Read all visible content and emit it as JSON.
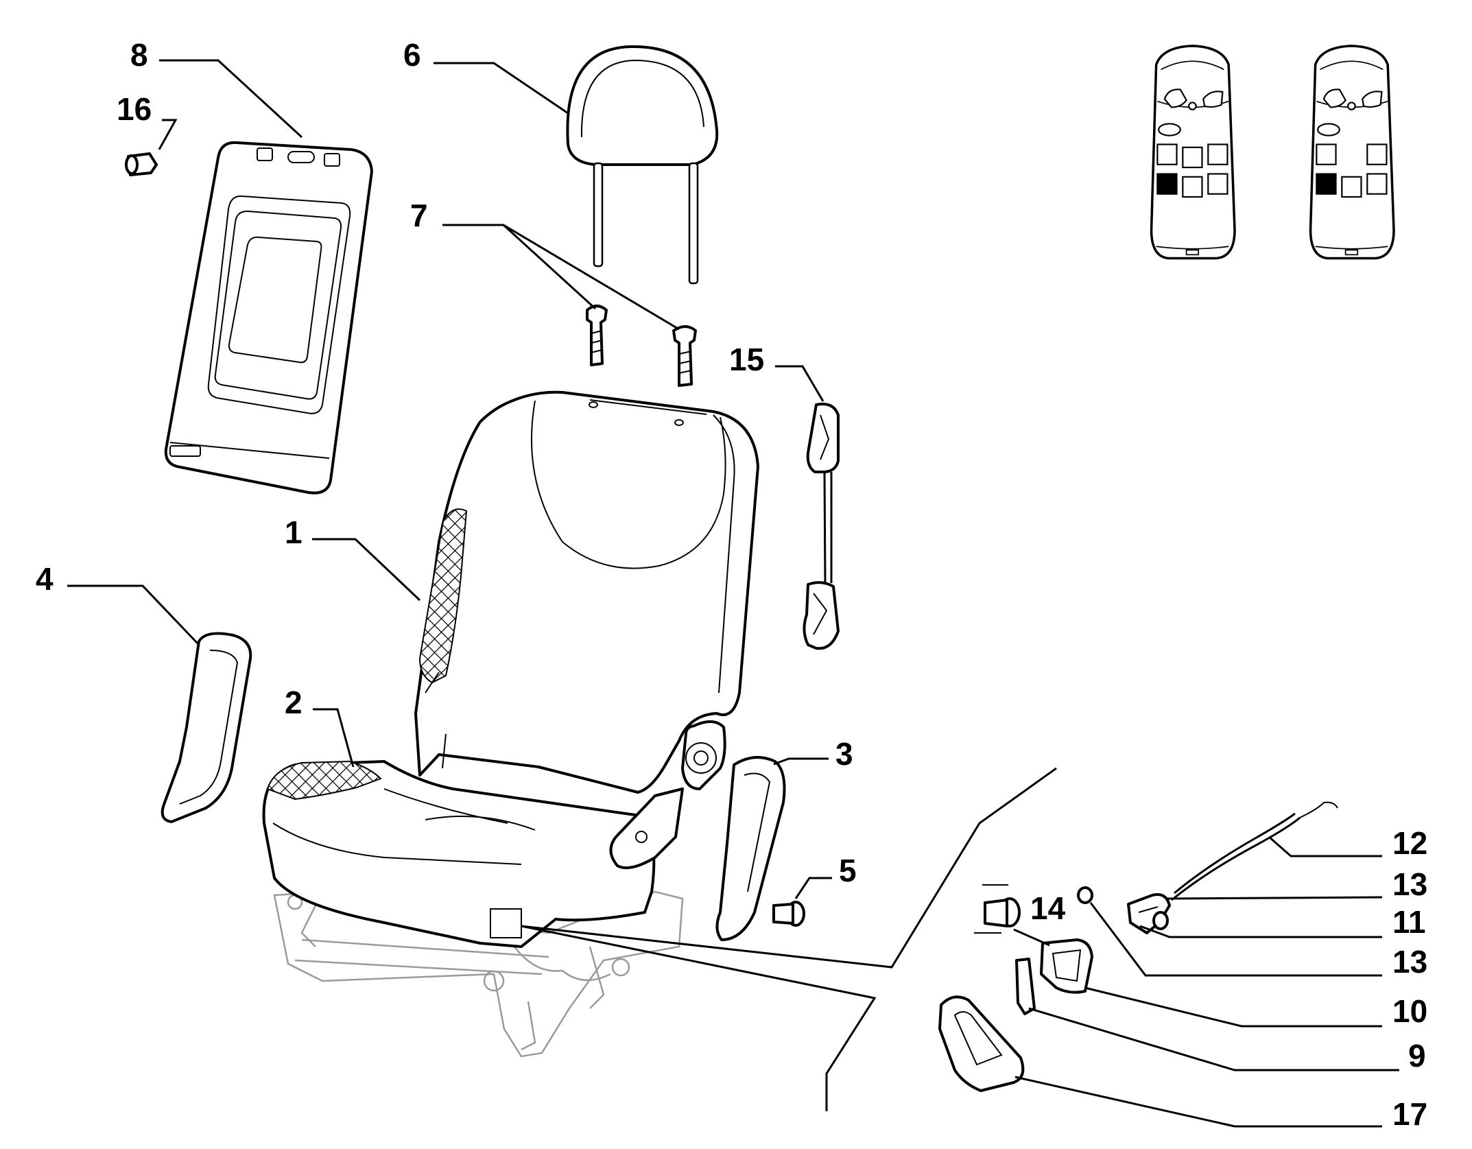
{
  "diagram": {
    "callouts": [
      {
        "id": "c1",
        "text": "1"
      },
      {
        "id": "c2",
        "text": "2"
      },
      {
        "id": "c3",
        "text": "3"
      },
      {
        "id": "c4",
        "text": "4"
      },
      {
        "id": "c5",
        "text": "5"
      },
      {
        "id": "c6",
        "text": "6"
      },
      {
        "id": "c7",
        "text": "7"
      },
      {
        "id": "c8",
        "text": "8"
      },
      {
        "id": "c9",
        "text": "9"
      },
      {
        "id": "c10",
        "text": "10"
      },
      {
        "id": "c11",
        "text": "11"
      },
      {
        "id": "c12",
        "text": "12"
      },
      {
        "id": "c13a",
        "text": "13"
      },
      {
        "id": "c13b",
        "text": "13"
      },
      {
        "id": "c14",
        "text": "14"
      },
      {
        "id": "c15",
        "text": "15"
      },
      {
        "id": "c16",
        "text": "16"
      },
      {
        "id": "c17",
        "text": "17"
      }
    ]
  }
}
